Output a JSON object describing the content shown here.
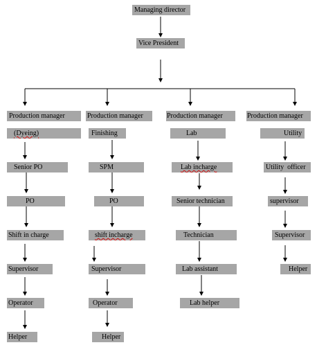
{
  "top": {
    "managing_director": "Managing director",
    "vice_president": "Vice President"
  },
  "columns": [
    {
      "head": "Production manager",
      "items": [
        "(Dyeing)",
        "Senior PO",
        "PO",
        "Shift in charge",
        "Supervisor",
        "Operator",
        "Helper"
      ]
    },
    {
      "head": "Production manager",
      "items": [
        "Finishing",
        "SPM",
        "PO",
        "shift incharge",
        "Supervisor",
        "Operator",
        "Helper"
      ]
    },
    {
      "head": "Production manager",
      "items": [
        "Lab",
        "Lab incharge",
        "Senior technician",
        "Technician",
        "Lab assistant",
        "Lab helper"
      ]
    },
    {
      "head": "Production manager",
      "items": [
        "Utility",
        "Utility  officer",
        "supervisor",
        "Supervisor",
        "Helper"
      ]
    }
  ]
}
